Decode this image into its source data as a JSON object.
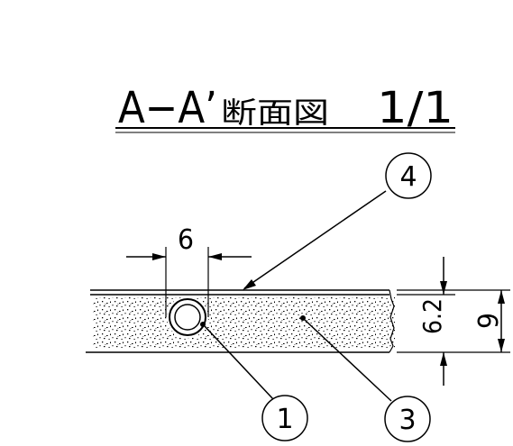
{
  "title": {
    "section": "A−A’",
    "label": "断面図",
    "scale": "1/1"
  },
  "dimensions": {
    "pipe_width": "6",
    "layer_thickness": "6.2",
    "total_thickness": "9"
  },
  "callouts": {
    "pipe": "1",
    "fill": "3",
    "surface": "4"
  }
}
